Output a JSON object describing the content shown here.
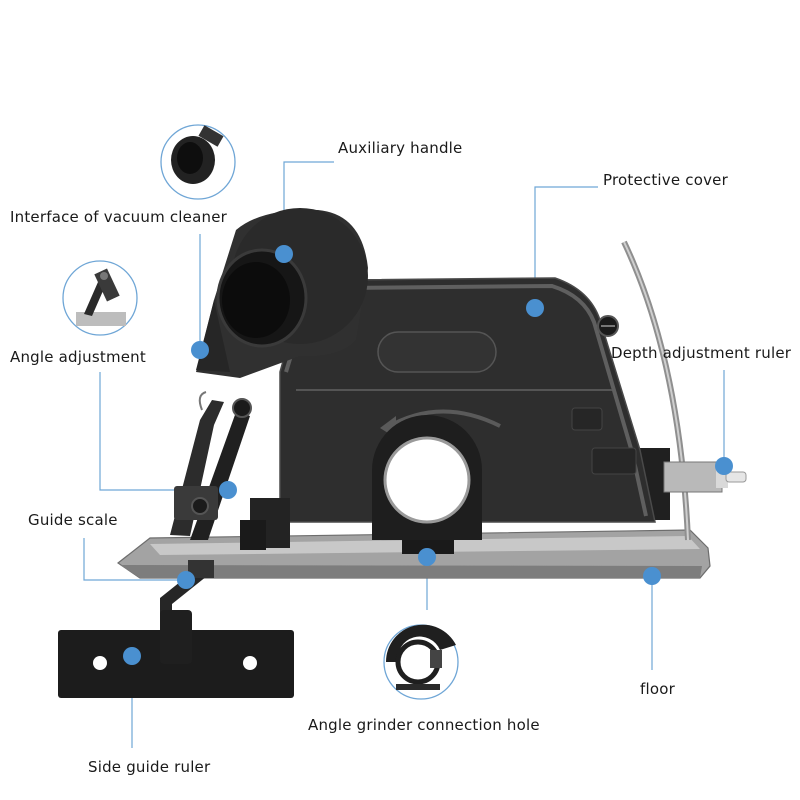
{
  "labels": {
    "auxiliary_handle": "Auxiliary handle",
    "protective_cover": "Protective cover",
    "vacuum_interface": "Interface of vacuum cleaner",
    "angle_adjustment": "Angle adjustment",
    "depth_ruler": "Depth adjustment ruler",
    "guide_scale": "Guide scale",
    "floor": "floor",
    "grinder_hole": "Angle grinder connection hole",
    "side_guide": "Side guide ruler"
  },
  "colors": {
    "marker": "#4a90d0",
    "leader": "#6fa6d6",
    "body": "#2b2b2b",
    "body_dark": "#1b1b1b",
    "plate": "#9a9a9a"
  }
}
